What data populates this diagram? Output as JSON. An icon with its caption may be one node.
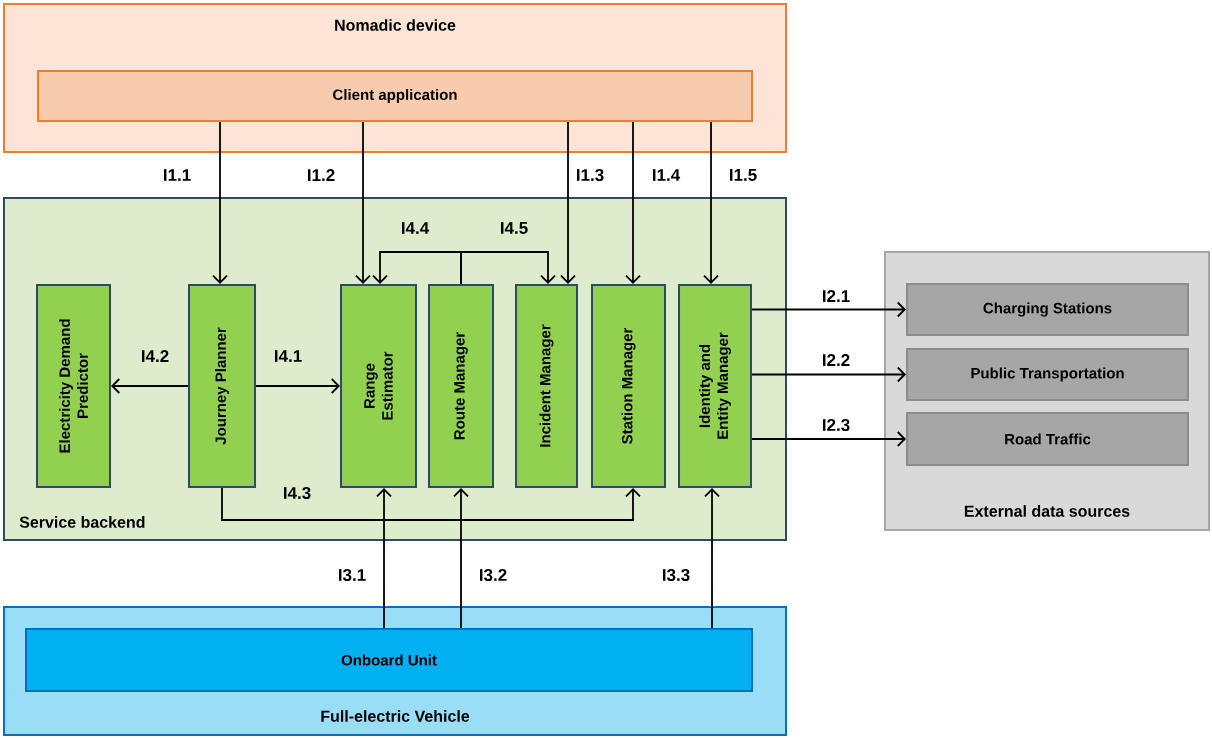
{
  "diagram": {
    "nodes": [
      {
        "text": [
          "Nomadic device"
        ]
      },
      {
        "text": [
          "Client application"
        ],
        "in": 0
      },
      {
        "text": [
          "Service backend"
        ]
      },
      {
        "text": [
          "Electricity Demand Predictor"
        ],
        "in": 2
      },
      {
        "text": [
          "Journey Planner"
        ],
        "in": 2
      },
      {
        "text": [
          "Range Estimator"
        ],
        "in": 2
      },
      {
        "text": [
          "Route Manager"
        ],
        "in": 2
      },
      {
        "text": [
          "Incident Manager"
        ],
        "in": 2
      },
      {
        "text": [
          "Station Manager"
        ],
        "in": 2
      },
      {
        "text": [
          "Identity and Entity Manager"
        ],
        "in": 2
      },
      {
        "text": [
          "External data sources"
        ]
      },
      {
        "text": [
          "Charging Stations"
        ],
        "in": 10
      },
      {
        "text": [
          "Public Transportation"
        ],
        "in": 10
      },
      {
        "text": [
          "Road Traffic"
        ],
        "in": 10
      },
      {
        "text": [
          "Full-electric Vehicle"
        ]
      },
      {
        "text": [
          "Onboard Unit"
        ],
        "in": 14
      }
    ],
    "edges": [
      {
        "from": 1,
        "to": 4,
        "arrow": "to",
        "label": "I1.1"
      },
      {
        "from": 1,
        "to": 5,
        "arrow": "to",
        "label": "I1.2"
      },
      {
        "from": 1,
        "to": 7,
        "arrow": "to",
        "label": "I1.3"
      },
      {
        "from": 1,
        "to": 8,
        "arrow": "to",
        "label": "I1.4"
      },
      {
        "from": 1,
        "to": 9,
        "arrow": "to",
        "label": "I1.5"
      },
      {
        "from": 4,
        "to": 3,
        "arrow": "to",
        "label": "I4.2"
      },
      {
        "from": 4,
        "to": 5,
        "arrow": "to",
        "label": "I4.1"
      },
      {
        "from": 4,
        "to": 8,
        "arrow": "to",
        "label": "I4.3"
      },
      {
        "from": 6,
        "to": 5,
        "arrow": "to",
        "label": "I4.4"
      },
      {
        "from": 6,
        "to": 7,
        "arrow": "to",
        "label": "I4.5"
      },
      {
        "from": 9,
        "to": 11,
        "arrow": "to",
        "label": "I2.1"
      },
      {
        "from": 9,
        "to": 12,
        "arrow": "to",
        "label": "I2.2"
      },
      {
        "from": 9,
        "to": 13,
        "arrow": "to",
        "label": "I2.3"
      },
      {
        "from": 15,
        "to": 5,
        "arrow": "to",
        "label": "I3.1"
      },
      {
        "from": 15,
        "to": 6,
        "arrow": "to",
        "label": "I3.2"
      },
      {
        "from": 15,
        "to": 9,
        "arrow": "to",
        "label": "I3.3"
      }
    ]
  }
}
